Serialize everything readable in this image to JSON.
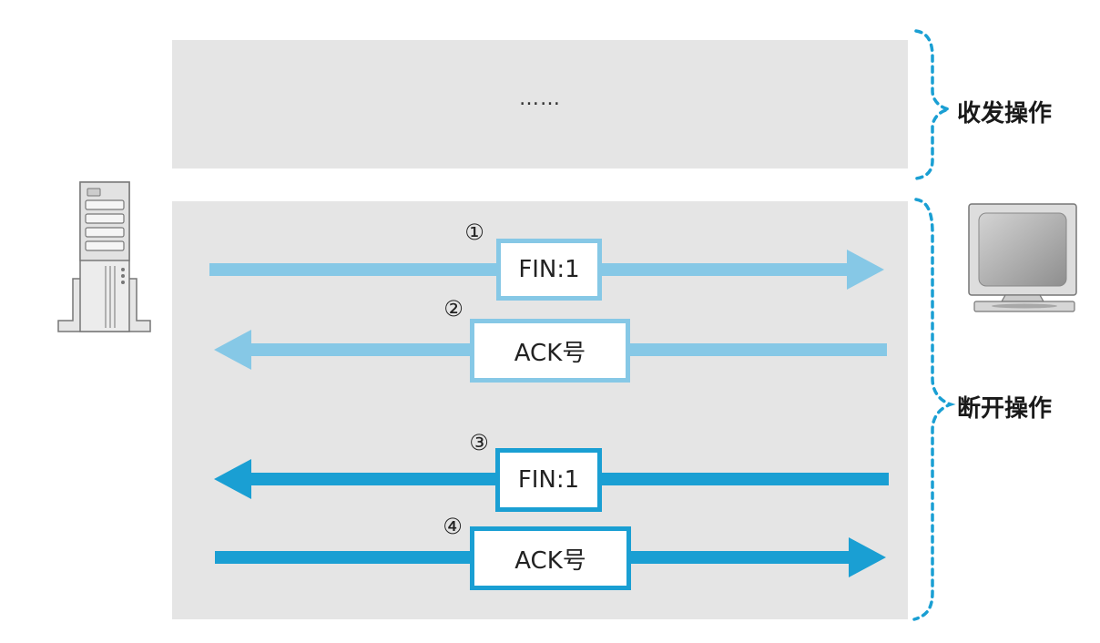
{
  "colors": {
    "light_blue": "#86c8e6",
    "dark_blue": "#1a9fd3",
    "panel_gray": "#e5e5e5",
    "bracket_blue": "#1a9fd3"
  },
  "top_section": {
    "placeholder": "……",
    "bracket_label": "收发操作"
  },
  "bottom_section": {
    "bracket_label": "断开操作"
  },
  "messages": [
    {
      "step": "①",
      "label": "FIN:1",
      "direction": "right"
    },
    {
      "step": "②",
      "label": "ACK号",
      "direction": "left"
    },
    {
      "step": "③",
      "label": "FIN:1",
      "direction": "left"
    },
    {
      "step": "④",
      "label": "ACK号",
      "direction": "right"
    }
  ],
  "icons": {
    "left": "server-icon",
    "right": "client-monitor-icon"
  }
}
